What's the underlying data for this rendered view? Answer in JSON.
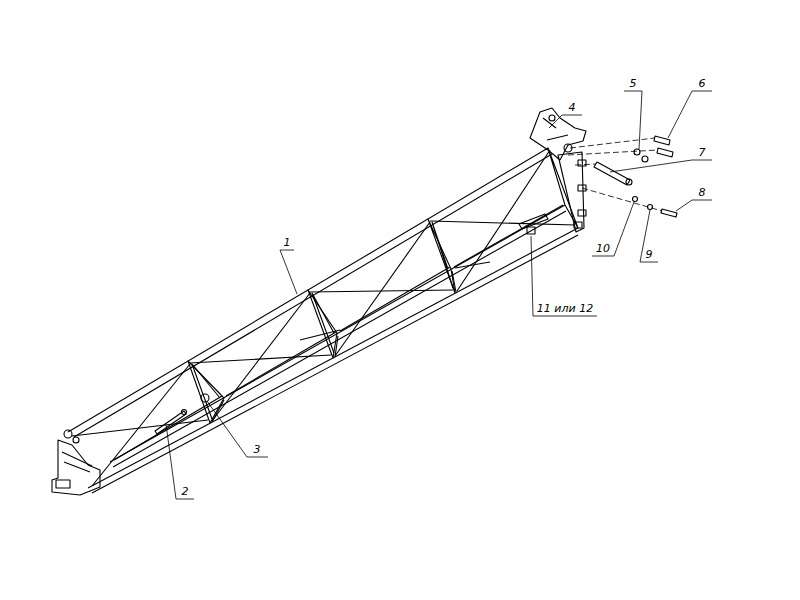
{
  "diagram": {
    "labels": [
      "1",
      "2",
      "3",
      "4",
      "5",
      "6",
      "7",
      "8",
      "9",
      "10",
      "11 или 12"
    ]
  }
}
